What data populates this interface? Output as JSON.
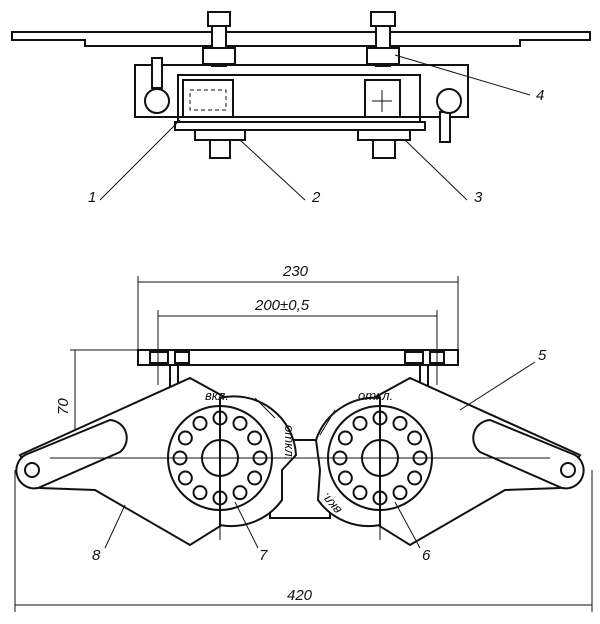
{
  "title": "Switch mechanism drawing",
  "callouts": {
    "c1": "1",
    "c2": "2",
    "c3": "3",
    "c4": "4",
    "c5": "5",
    "c6": "6",
    "c7": "7",
    "c8": "8"
  },
  "dimensions": {
    "width_top": "230",
    "width_holes": "200±0,5",
    "height": "70",
    "overall": "420"
  },
  "dial_labels": {
    "left_on": "вкл.",
    "left_off": "откл.",
    "right_off": "откл.",
    "right_on": "вкл."
  },
  "holes_per_dial": 12
}
